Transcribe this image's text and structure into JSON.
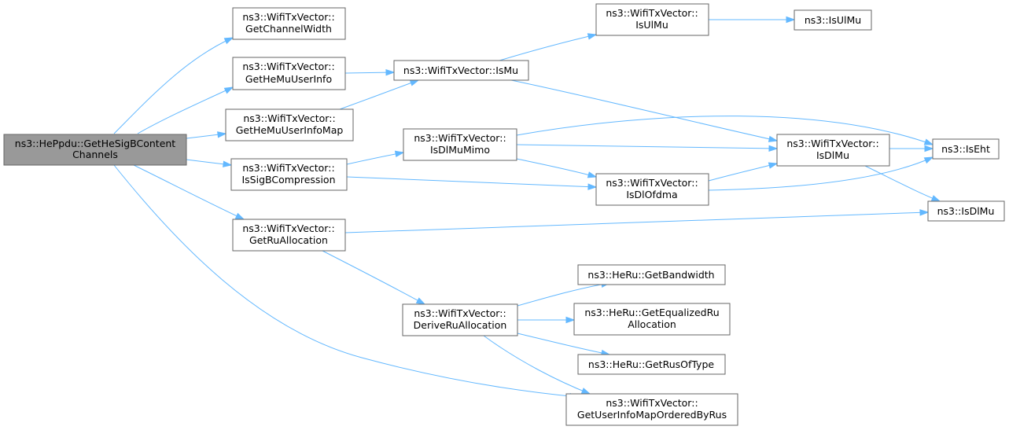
{
  "colors": {
    "edge": "#63b8ff",
    "node_border": "#666666",
    "root_fill": "#999999",
    "node_fill": "#ffffff"
  },
  "nodes": [
    {
      "id": "root",
      "lines": [
        "ns3::HePpdu::GetHeSigBContent",
        "Channels"
      ]
    },
    {
      "id": "get-channel-width",
      "lines": [
        "ns3::WifiTxVector::",
        "GetChannelWidth"
      ]
    },
    {
      "id": "get-he-mu-user-info",
      "lines": [
        "ns3::WifiTxVector::",
        "GetHeMuUserInfo"
      ]
    },
    {
      "id": "get-he-mu-user-info-map",
      "lines": [
        "ns3::WifiTxVector::",
        "GetHeMuUserInfoMap"
      ]
    },
    {
      "id": "is-sig-b-compression",
      "lines": [
        "ns3::WifiTxVector::",
        "IsSigBCompression"
      ]
    },
    {
      "id": "get-ru-allocation",
      "lines": [
        "ns3::WifiTxVector::",
        "GetRuAllocation"
      ]
    },
    {
      "id": "is-mu",
      "lines": [
        "ns3::WifiTxVector::IsMu"
      ]
    },
    {
      "id": "is-dl-mu-mimo",
      "lines": [
        "ns3::WifiTxVector::",
        "IsDlMuMimo"
      ]
    },
    {
      "id": "derive-ru-allocation",
      "lines": [
        "ns3::WifiTxVector::",
        "DeriveRuAllocation"
      ]
    },
    {
      "id": "wtv-is-ul-mu",
      "lines": [
        "ns3::WifiTxVector::",
        "IsUlMu"
      ]
    },
    {
      "id": "is-dl-ofdma",
      "lines": [
        "ns3::WifiTxVector::",
        "IsDlOfdma"
      ]
    },
    {
      "id": "wtv-is-dl-mu",
      "lines": [
        "ns3::WifiTxVector::",
        "IsDlMu"
      ]
    },
    {
      "id": "get-bandwidth",
      "lines": [
        "ns3::HeRu::GetBandwidth"
      ]
    },
    {
      "id": "get-equalized-ru-allocation",
      "lines": [
        "ns3::HeRu::GetEqualizedRu",
        "Allocation"
      ]
    },
    {
      "id": "get-rus-of-type",
      "lines": [
        "ns3::HeRu::GetRusOfType"
      ]
    },
    {
      "id": "get-user-info-map-ordered-by-rus",
      "lines": [
        "ns3::WifiTxVector::",
        "GetUserInfoMapOrderedByRus"
      ]
    },
    {
      "id": "is-ul-mu",
      "lines": [
        "ns3::IsUlMu"
      ]
    },
    {
      "id": "is-eht",
      "lines": [
        "ns3::IsEht"
      ]
    },
    {
      "id": "is-dl-mu",
      "lines": [
        "ns3::IsDlMu"
      ]
    }
  ],
  "edges": [
    {
      "from": "root",
      "to": "get-channel-width"
    },
    {
      "from": "root",
      "to": "get-he-mu-user-info"
    },
    {
      "from": "root",
      "to": "get-he-mu-user-info-map"
    },
    {
      "from": "root",
      "to": "is-sig-b-compression"
    },
    {
      "from": "root",
      "to": "get-ru-allocation"
    },
    {
      "from": "root",
      "to": "get-user-info-map-ordered-by-rus"
    },
    {
      "from": "get-he-mu-user-info",
      "to": "is-mu"
    },
    {
      "from": "get-he-mu-user-info-map",
      "to": "is-mu"
    },
    {
      "from": "is-mu",
      "to": "wtv-is-ul-mu"
    },
    {
      "from": "is-mu",
      "to": "wtv-is-dl-mu"
    },
    {
      "from": "wtv-is-ul-mu",
      "to": "is-ul-mu"
    },
    {
      "from": "is-sig-b-compression",
      "to": "is-dl-mu-mimo"
    },
    {
      "from": "is-sig-b-compression",
      "to": "is-dl-ofdma"
    },
    {
      "from": "is-dl-mu-mimo",
      "to": "is-eht"
    },
    {
      "from": "is-dl-mu-mimo",
      "to": "wtv-is-dl-mu"
    },
    {
      "from": "is-dl-mu-mimo",
      "to": "is-dl-ofdma"
    },
    {
      "from": "is-dl-ofdma",
      "to": "wtv-is-dl-mu"
    },
    {
      "from": "is-dl-ofdma",
      "to": "is-eht"
    },
    {
      "from": "wtv-is-dl-mu",
      "to": "is-eht"
    },
    {
      "from": "wtv-is-dl-mu",
      "to": "is-dl-mu"
    },
    {
      "from": "get-ru-allocation",
      "to": "is-dl-mu"
    },
    {
      "from": "get-ru-allocation",
      "to": "derive-ru-allocation"
    },
    {
      "from": "derive-ru-allocation",
      "to": "get-bandwidth"
    },
    {
      "from": "derive-ru-allocation",
      "to": "get-equalized-ru-allocation"
    },
    {
      "from": "derive-ru-allocation",
      "to": "get-rus-of-type"
    },
    {
      "from": "derive-ru-allocation",
      "to": "get-user-info-map-ordered-by-rus"
    }
  ]
}
